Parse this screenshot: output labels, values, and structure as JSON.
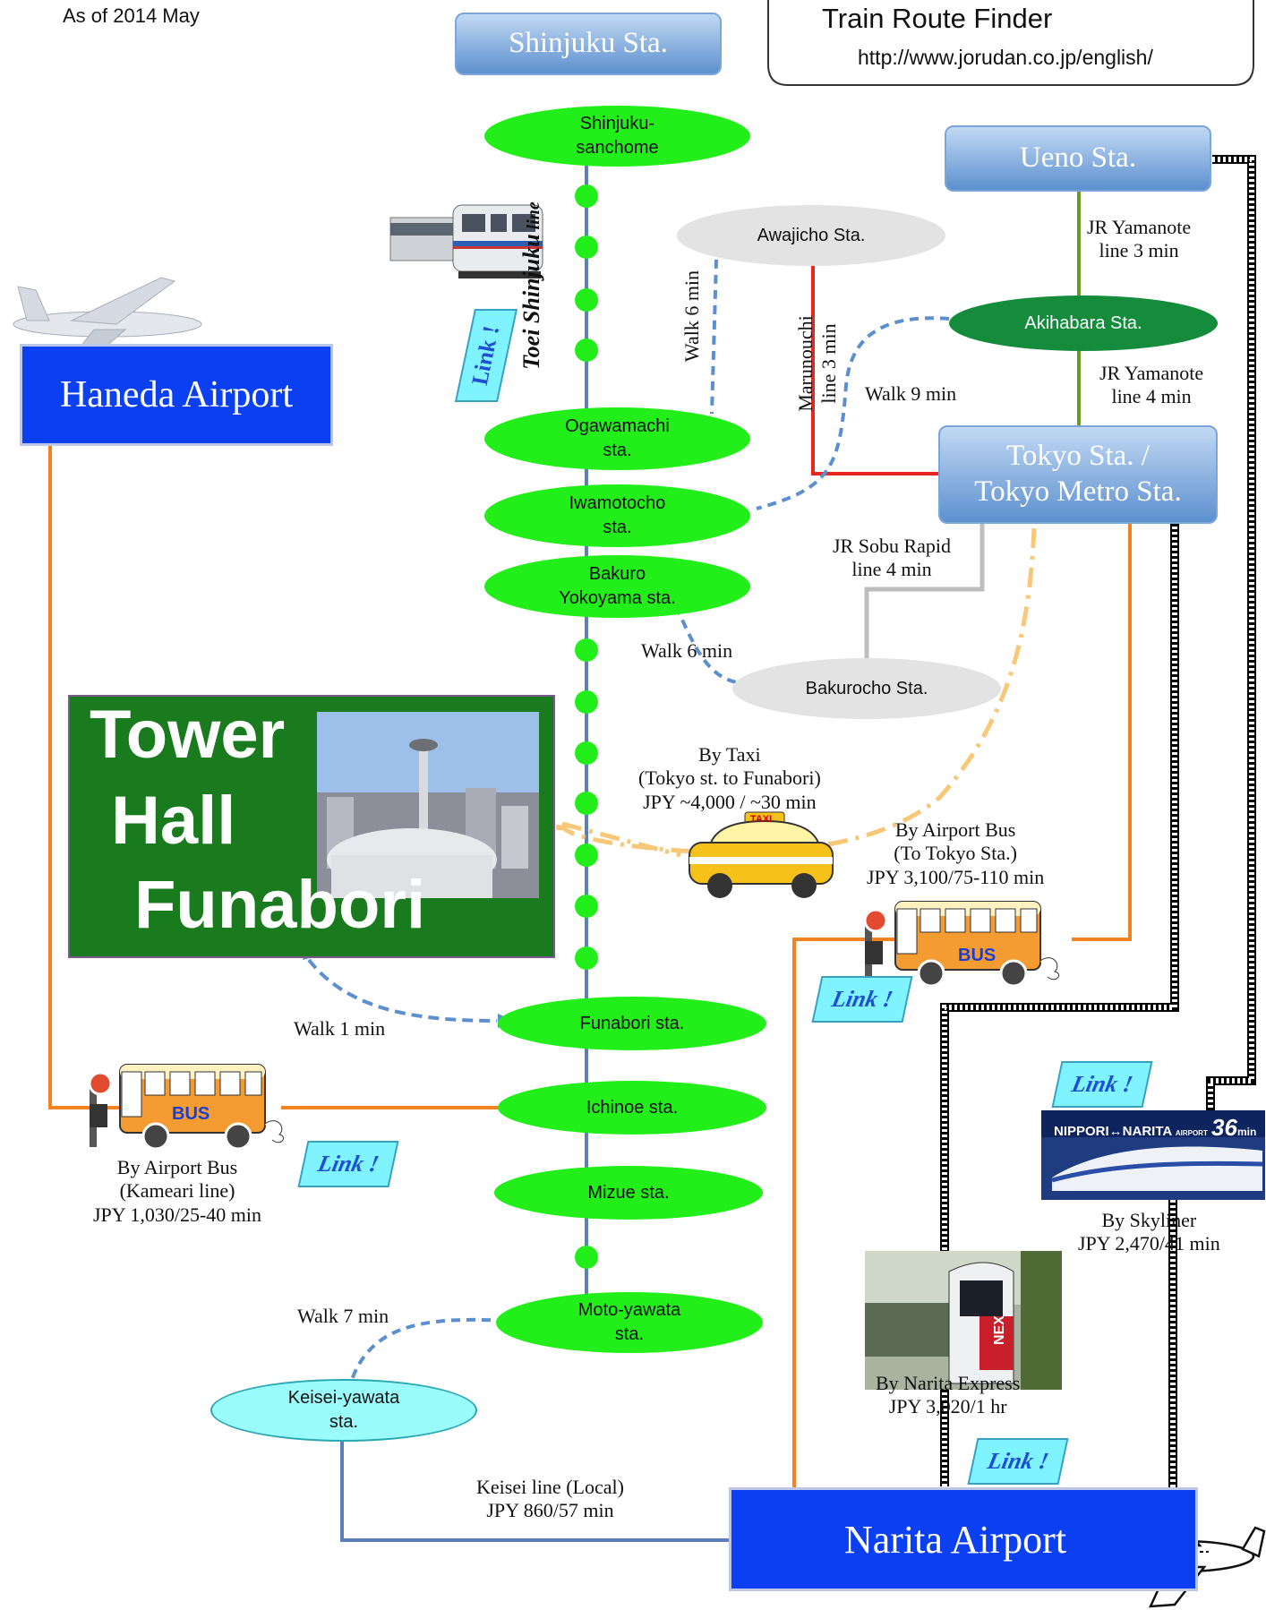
{
  "header": {
    "as_of": "As of 2014 May",
    "finder_title": "Train Route Finder",
    "finder_url": "http://www.jorudan.co.jp/english/"
  },
  "hubs": {
    "shinjuku": "Shinjuku Sta.",
    "ueno": "Ueno Sta.",
    "tokyo_line1": "Tokyo Sta. /",
    "tokyo_line2": "Tokyo Metro Sta.",
    "haneda": "Haneda Airport",
    "narita": "Narita Airport"
  },
  "line_name": {
    "bold": "Toei Shinjuku",
    "suffix": " line"
  },
  "stations": {
    "shinjuku_sanchome": [
      "Shinjuku-",
      "sanchome"
    ],
    "ogawamachi": [
      "Ogawamachi",
      "sta."
    ],
    "iwamotocho": [
      "Iwamotocho",
      "sta."
    ],
    "bakuro_yokoyama": [
      "Bakuro",
      "Yokoyama sta."
    ],
    "funabori": "Funabori sta.",
    "ichinoe": "Ichinoe sta.",
    "mizue": "Mizue sta.",
    "moto_yawata": [
      "Moto-yawata",
      "sta."
    ],
    "keisei_yawata": [
      "Keisei-yawata",
      "sta."
    ],
    "awajicho": "Awajicho Sta.",
    "akihabara": "Akihabara Sta.",
    "bakurocho": "Bakurocho Sta."
  },
  "labels": {
    "walk6_awajicho": "Walk 6 min",
    "marunouchi": [
      "Marunouchi",
      "line 3 min"
    ],
    "walk9": "Walk 9 min",
    "jr_yamanote_3": [
      "JR Yamanote",
      "line  3 min"
    ],
    "jr_yamanote_4": [
      "JR Yamanote",
      "line  4 min"
    ],
    "jr_sobu": [
      "JR Sobu Rapid",
      "line  4 min"
    ],
    "walk6_bakurocho": "Walk 6 min",
    "taxi": [
      "By Taxi",
      "(Tokyo st. to Funabori)",
      "JPY ~4,000 / ~30 min"
    ],
    "bus_tokyo": [
      "By Airport Bus",
      "(To Tokyo Sta.)",
      "JPY 3,100/75-110 min"
    ],
    "walk1": "Walk 1 min",
    "bus_kameari": [
      "By Airport Bus",
      "(Kameari line)",
      "JPY 1,030/25-40 min"
    ],
    "walk7": "Walk 7 min",
    "keisei_line": [
      "Keisei line (Local)",
      "JPY 860/57 min"
    ],
    "narita_express": [
      "By Narita Express",
      "JPY 3,020/1 hr"
    ],
    "skyliner": [
      "By Skyliner",
      "JPY 2,470/41 min"
    ]
  },
  "venue": {
    "line1": "Tower",
    "line2": "Hall",
    "line3": "Funabori"
  },
  "link_badge": "Link !",
  "skyliner_banner": {
    "route": "NIPPORI↔NARITA",
    "airport": "AIRPORT",
    "time": "36",
    "unit": "min"
  },
  "bus_sign": "BUS",
  "taxi_sign": "TAXI",
  "nex_sign": "NEX",
  "colors": {
    "station_green": "#22ef1a",
    "line_blue": "#5b7fb8",
    "airport_blue": "#0b3ff2",
    "orange_bus": "#f58220",
    "marunouchi_red": "#e8281e",
    "yamanote_green": "#6a9a2a",
    "venue_green": "#1a7a1e",
    "link_cyan": "#7ff3ff"
  },
  "icons": [
    "airplane-icon",
    "train-icon",
    "bus-icon",
    "taxi-icon",
    "skyliner-train-icon",
    "narita-express-train-icon",
    "tower-hall-photo"
  ]
}
